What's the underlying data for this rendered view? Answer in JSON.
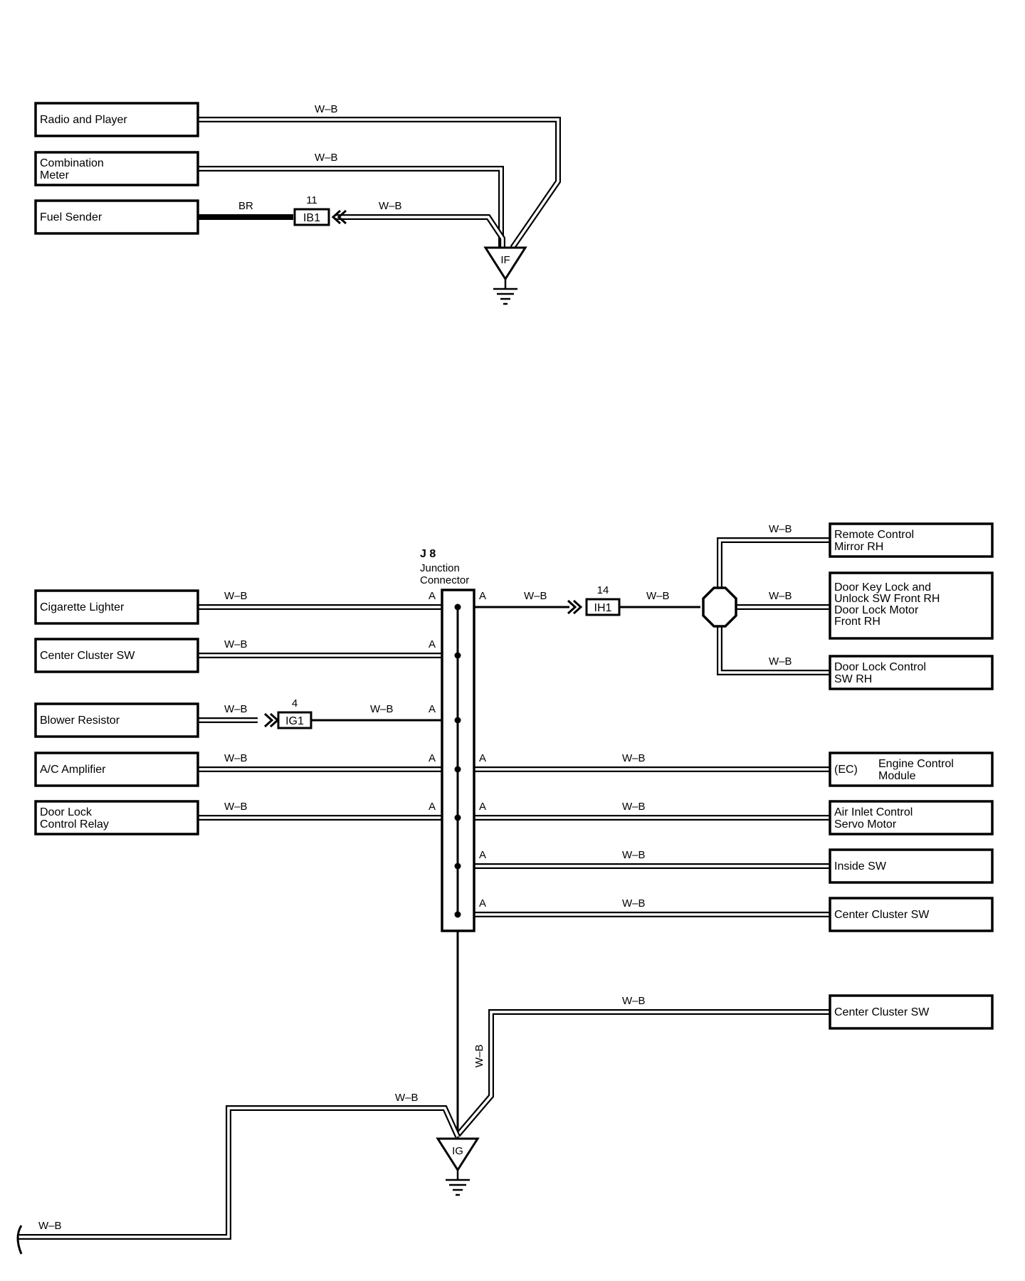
{
  "wire_color": "W–B",
  "wire_color_br": "BR",
  "components_top": {
    "radio": [
      "Radio and Player"
    ],
    "combination_meter": [
      "Combination",
      "Meter"
    ],
    "fuel_sender": [
      "Fuel Sender"
    ]
  },
  "connectors": {
    "ib1": {
      "id": "IB1",
      "pin": "11"
    },
    "ig1": {
      "id": "IG1",
      "pin": "4"
    },
    "ih1": {
      "id": "IH1",
      "pin": "14"
    }
  },
  "grounds": {
    "top": "IF",
    "bottom": "IG"
  },
  "junction": {
    "id": "J 8",
    "name": [
      "Junction",
      "Connector"
    ],
    "pin": "A"
  },
  "components_left": {
    "cigarette_lighter": [
      "Cigarette Lighter"
    ],
    "center_cluster_sw": [
      "Center Cluster SW"
    ],
    "blower_resistor": [
      "Blower Resistor"
    ],
    "ac_amplifier": [
      "A/C Amplifier"
    ],
    "door_lock_relay": [
      "Door Lock",
      "Control Relay"
    ]
  },
  "components_right": {
    "remote_mirror": [
      "Remote Control",
      "Mirror RH"
    ],
    "door_key_lock": [
      "Door Key Lock and",
      "Unlock SW Front RH",
      "Door Lock Motor",
      "Front RH"
    ],
    "door_lock_sw": [
      "Door Lock Control",
      "SW RH"
    ],
    "ecm_code": "(EC)",
    "ecm": [
      "Engine Control",
      "Module"
    ],
    "air_inlet": [
      "Air Inlet Control",
      "Servo Motor"
    ],
    "inside_sw": [
      "Inside SW"
    ],
    "center_cluster_sw_1": [
      "Center Cluster SW"
    ],
    "center_cluster_sw_2": [
      "Center Cluster SW"
    ]
  }
}
